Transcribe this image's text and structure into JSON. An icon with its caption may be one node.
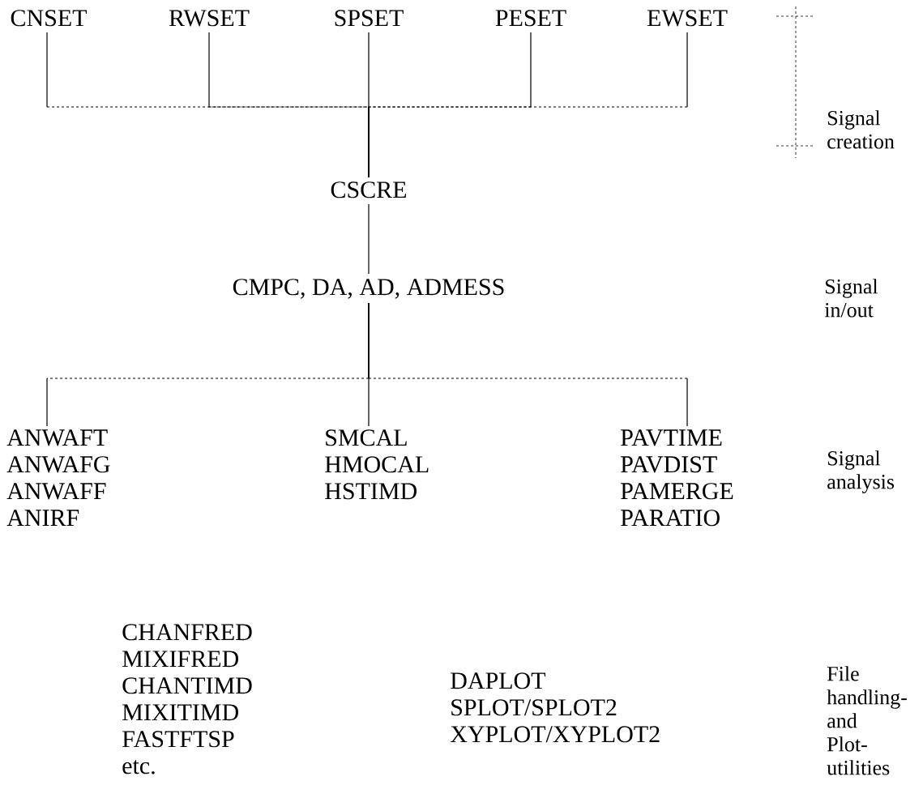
{
  "diagram": {
    "nodes": [
      {
        "text": [
          "CNSET"
        ]
      },
      {
        "text": [
          "RWSET"
        ]
      },
      {
        "text": [
          "SPSET"
        ]
      },
      {
        "text": [
          "PESET"
        ]
      },
      {
        "text": [
          "EWSET"
        ]
      },
      {
        "text": [
          "CSCRE"
        ]
      },
      {
        "text": [
          "CMPC, DA, AD, ADMESS"
        ]
      },
      {
        "text": [
          "ANWAFT",
          "ANWAFG",
          "ANWAFF",
          "ANIRF"
        ]
      },
      {
        "text": [
          "SMCAL",
          "HMOCAL",
          "HSTIMD"
        ]
      },
      {
        "text": [
          "PAVTIME",
          "PAVDIST",
          "PAMERGE",
          "PARATIO"
        ]
      },
      {
        "text": [
          "CHANFRED",
          "MIXIFRED",
          "CHANTIMD",
          "MIXITIMD",
          "FASTFTSP",
          "etc."
        ]
      },
      {
        "text": [
          "DAPLOT",
          "SPLOT/SPLOT2",
          "XYPLOT/XYPLOT2"
        ]
      }
    ],
    "edges": [
      {
        "from": 0,
        "to": 5,
        "arrow": "none"
      },
      {
        "from": 1,
        "to": 5,
        "arrow": "none"
      },
      {
        "from": 2,
        "to": 5,
        "arrow": "none"
      },
      {
        "from": 3,
        "to": 5,
        "arrow": "none"
      },
      {
        "from": 4,
        "to": 5,
        "arrow": "none"
      },
      {
        "from": 5,
        "to": 6,
        "arrow": "none"
      },
      {
        "from": 6,
        "to": 7,
        "arrow": "none"
      },
      {
        "from": 6,
        "to": 8,
        "arrow": "none"
      },
      {
        "from": 6,
        "to": 9,
        "arrow": "none"
      }
    ],
    "labels": [
      "Signal creation",
      "Signal in/out",
      "Signal analysis",
      "File handling- and Plot- utilities"
    ]
  }
}
